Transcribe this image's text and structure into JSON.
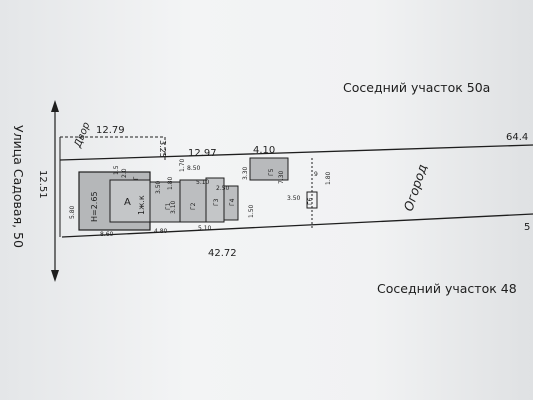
{
  "neighbors": {
    "top": "Соседний участок 50а",
    "bottom": "Соседний участок 48"
  },
  "street": "Улица Садовая, 50",
  "zones": {
    "yard": "Двор",
    "garden": "Огород"
  },
  "buildings": {
    "house_letter": "А",
    "house_type": "1ж.к",
    "house_height": "Н=2.65"
  },
  "dimensions": {
    "yard_top": "12.79",
    "mid_top": "12.97",
    "shed_top": "4.10",
    "right_top": "64.4",
    "right_edge": "5",
    "left_side": "12.51",
    "total_bottom": "42.72",
    "yard_side": "3.25",
    "mid_bottom_a": "8.60",
    "mid_bottom_b": "4.80",
    "mid_bottom_c": "5.10",
    "mid_bottom_d": "1.50",
    "small": [
      "2.0",
      "1.5",
      "8.50",
      "3.50",
      "3.10",
      "1.80",
      "5.10",
      "5.80",
      "3.30",
      "7.30",
      "3.50",
      "1.80",
      "1.70",
      "2.50",
      "9",
      "Г",
      "Г1",
      "Г2",
      "Г3",
      "Г4",
      "Г5",
      "Г6"
    ]
  }
}
